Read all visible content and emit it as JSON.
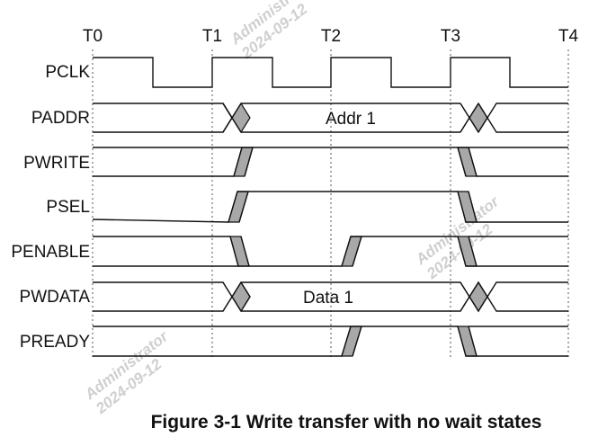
{
  "time_markers": [
    "T0",
    "T1",
    "T2",
    "T3",
    "T4"
  ],
  "signals": [
    "PCLK",
    "PADDR",
    "PWRITE",
    "PSEL",
    "PENABLE",
    "PWDATA",
    "PREADY"
  ],
  "bus_values": {
    "paddr": "Addr 1",
    "pwdata": "Data 1"
  },
  "caption": "Figure 3-1 Write transfer with no wait states",
  "watermark": {
    "user": "Administrator",
    "date": "2024-09-12"
  }
}
